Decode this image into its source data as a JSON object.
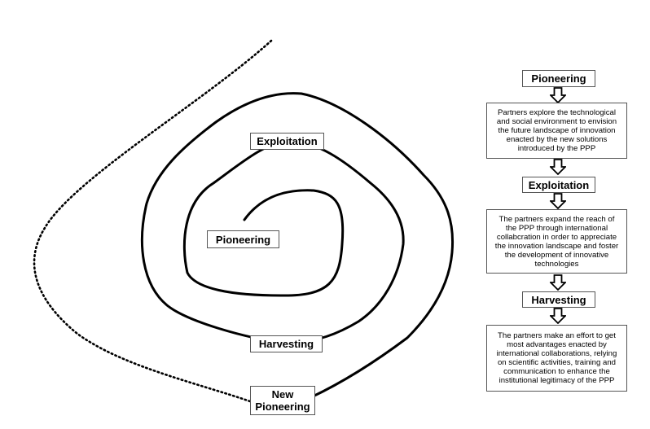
{
  "spiral_labels": {
    "exploitation": "Exploitation",
    "pioneering": "Pioneering",
    "harvesting": "Harvesting",
    "new_pioneering_line1": "New",
    "new_pioneering_line2": "Pioneering"
  },
  "flow": {
    "stage1_title": "Pioneering",
    "stage1_desc": [
      "Partners explore the technological",
      "and social environment to envision",
      "the future landscape of innovation",
      "enacted by the new solutions",
      "introduced by the PPP"
    ],
    "stage2_title": "Exploitation",
    "stage2_desc": [
      "The partners expand the reach of",
      "the PPP through international",
      "collabcration in order to appreciate",
      "the innovation landscape and foster",
      "the development of innovative",
      "technologies"
    ],
    "stage3_title": "Harvesting",
    "stage3_desc": [
      "The partners make an effort to get",
      "most advantages enacted by",
      "international collaborations, relying",
      "on scientific activities, training and",
      "communication to enhance the",
      "institutional legitimacy of the PPP"
    ]
  }
}
